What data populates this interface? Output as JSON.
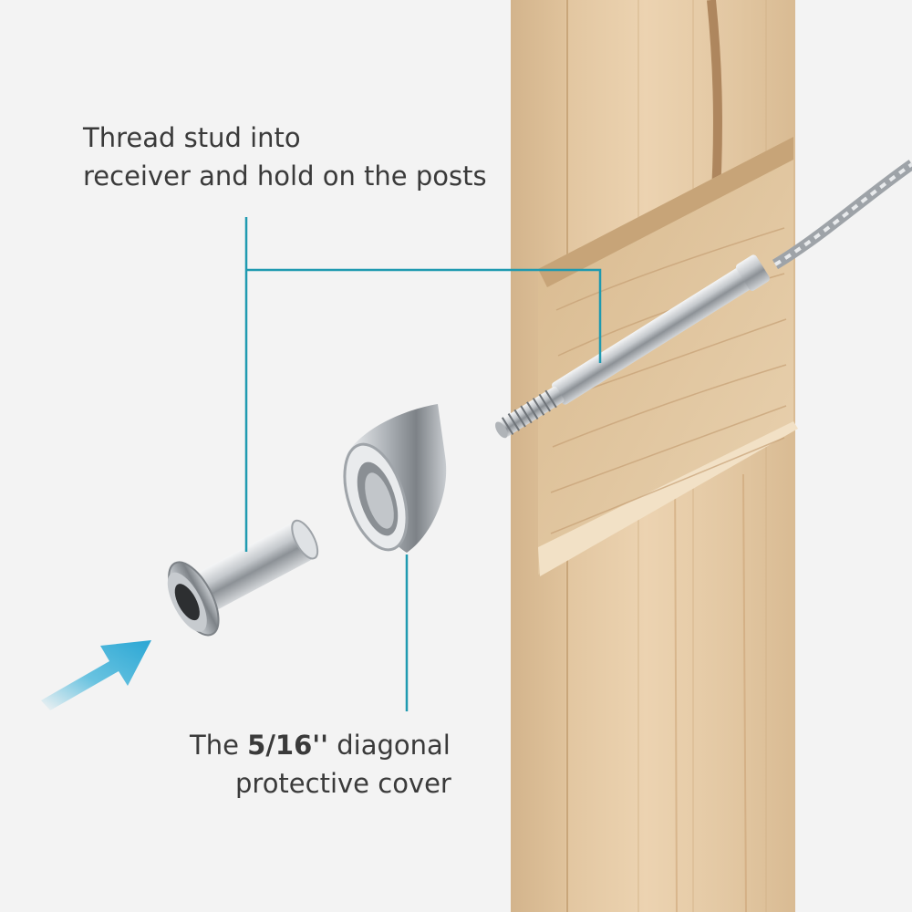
{
  "callouts": {
    "top": {
      "line1": "Thread stud into",
      "line2": "receiver and hold on the posts"
    },
    "bottom": {
      "pre": "The ",
      "bold": "5/16''",
      "post": " diagonal",
      "line2": "protective cover"
    }
  },
  "colors": {
    "leader": "#1f9ab0",
    "arrow": "#2eaed8",
    "background": "#f3f3f3",
    "wood": "#e6ccaa",
    "steel": "#b9bdc2"
  },
  "icons": [
    "wood-post",
    "cable-stud",
    "receiver",
    "diagonal-cover",
    "insert-arrow-icon"
  ]
}
